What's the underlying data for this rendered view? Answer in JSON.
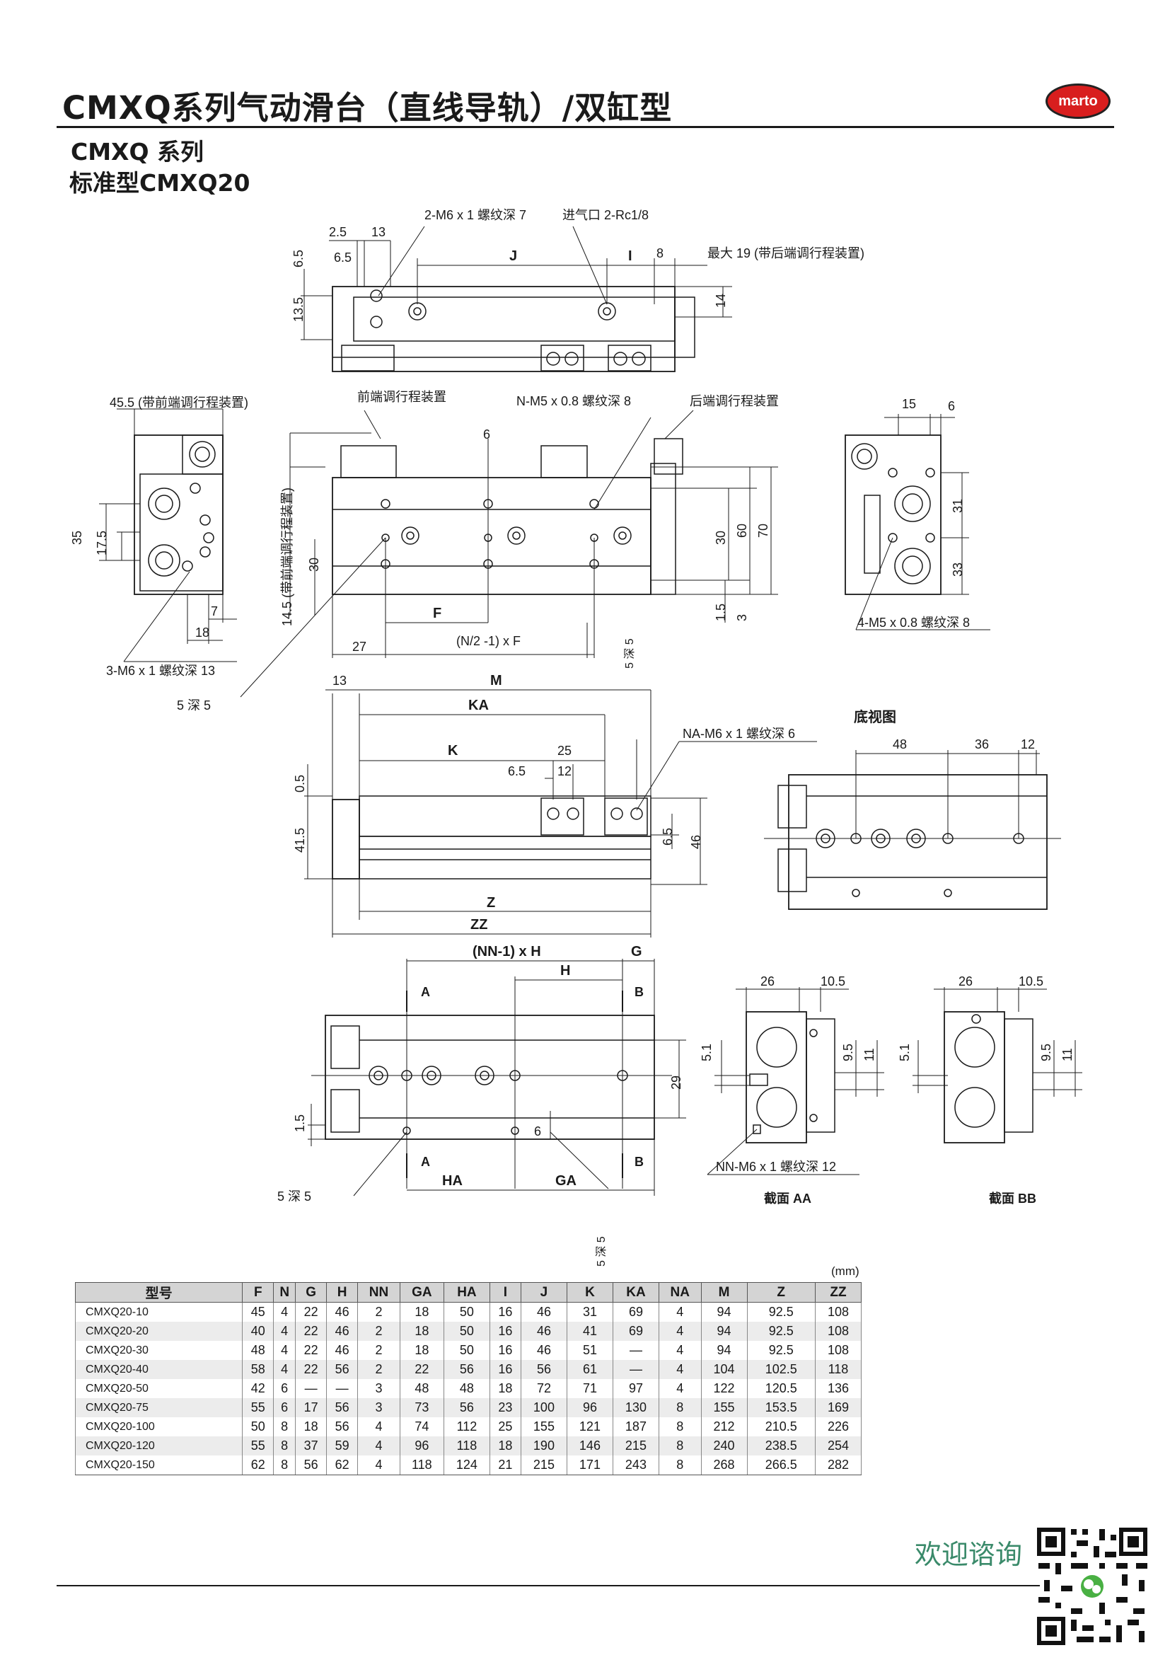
{
  "header": {
    "title": "CMXQ系列气动滑台（直线导轨）/双缸型",
    "logo": "marto"
  },
  "series_title": "CMXQ 系列",
  "model_title": "标准型CMXQ20",
  "top_view": {
    "labels": {
      "d25": "2.5",
      "d13": "13",
      "d65a": "6.5",
      "d65b": "6.5",
      "d135": "13.5",
      "J": "J",
      "I": "I",
      "d8": "8",
      "d14": "14",
      "m6_note": "2-M6 x 1 螺纹深 7",
      "port_note": "进气口 2-Rc1/8",
      "max_note": "最大 19 (带后端调行程装置)"
    }
  },
  "side_view": {
    "labels": {
      "front_note": "45.5 (带前端调行程装置)",
      "d35": "35",
      "d175": "17.5",
      "d7": "7",
      "d18": "18",
      "m6_3_note": "3-M6 x 1 螺纹深 13",
      "pin_note": "5 深 5"
    }
  },
  "main_view": {
    "labels": {
      "front_adj": "前端调行程装置",
      "rear_adj": "后端调行程装置",
      "n_m5_note": "N-M5 x 0.8 螺纹深  8",
      "d6": "6",
      "d30a": "30",
      "d60": "60",
      "d70": "70",
      "d30b": "30",
      "d145": "14.5 (带前端调行程装置)",
      "d15": "1.5",
      "d3": "3",
      "F": "F",
      "d27": "27",
      "NF": "(N/2 -1) x F",
      "pin_deep": "5 深 5"
    }
  },
  "end_view": {
    "labels": {
      "d15": "15",
      "d6": "6",
      "d31": "31",
      "d33": "33",
      "m5_4_note": "4-M5 x 0.8 螺纹深  8"
    }
  },
  "front_view": {
    "labels": {
      "d13": "13",
      "M": "M",
      "KA": "KA",
      "K": "K",
      "d25": "25",
      "d65": "6.5",
      "d12": "12",
      "d05": "0.5",
      "d415": "41.5",
      "d65b": "6.5",
      "d46": "46",
      "Z": "Z",
      "ZZ": "ZZ",
      "na_note": "NA-M6 x 1 螺纹深  6"
    }
  },
  "bottom_view": {
    "title": "底视图",
    "labels": {
      "d48": "48",
      "d36": "36",
      "d12": "12"
    }
  },
  "lower_view": {
    "labels": {
      "NNH": "(NN-1) x H",
      "G": "G",
      "H": "H",
      "A": "A",
      "B": "B",
      "d15": "1.5",
      "d29": "29",
      "d6": "6",
      "HA": "HA",
      "GA": "GA",
      "pin_note": "5 深 5",
      "pin_deep": "5 深 5"
    }
  },
  "section_aa": {
    "title": "截面  AA",
    "labels": {
      "d26": "26",
      "d105": "10.5",
      "d51": "5.1",
      "d95": "9.5",
      "d11": "11",
      "nn_note": "NN-M6 x 1 螺纹深 12"
    }
  },
  "section_bb": {
    "title": "截面  BB",
    "labels": {
      "d26": "26",
      "d105": "10.5",
      "d51": "5.1",
      "d95": "9.5",
      "d11": "11"
    }
  },
  "table": {
    "unit": "(mm)",
    "headers": [
      "型号",
      "F",
      "N",
      "G",
      "H",
      "NN",
      "GA",
      "HA",
      "I",
      "J",
      "K",
      "KA",
      "NA",
      "M",
      "Z",
      "ZZ"
    ],
    "rows": [
      [
        "CMXQ20-10",
        "45",
        "4",
        "22",
        "46",
        "2",
        "18",
        "50",
        "16",
        "46",
        "31",
        "69",
        "4",
        "94",
        "92.5",
        "108"
      ],
      [
        "CMXQ20-20",
        "40",
        "4",
        "22",
        "46",
        "2",
        "18",
        "50",
        "16",
        "46",
        "41",
        "69",
        "4",
        "94",
        "92.5",
        "108"
      ],
      [
        "CMXQ20-30",
        "48",
        "4",
        "22",
        "46",
        "2",
        "18",
        "50",
        "16",
        "46",
        "51",
        "—",
        "4",
        "94",
        "92.5",
        "108"
      ],
      [
        "CMXQ20-40",
        "58",
        "4",
        "22",
        "56",
        "2",
        "22",
        "56",
        "16",
        "56",
        "61",
        "—",
        "4",
        "104",
        "102.5",
        "118"
      ],
      [
        "CMXQ20-50",
        "42",
        "6",
        "—",
        "—",
        "3",
        "48",
        "48",
        "18",
        "72",
        "71",
        "97",
        "4",
        "122",
        "120.5",
        "136"
      ],
      [
        "CMXQ20-75",
        "55",
        "6",
        "17",
        "56",
        "3",
        "73",
        "56",
        "23",
        "100",
        "96",
        "130",
        "8",
        "155",
        "153.5",
        "169"
      ],
      [
        "CMXQ20-100",
        "50",
        "8",
        "18",
        "56",
        "4",
        "74",
        "112",
        "25",
        "155",
        "121",
        "187",
        "8",
        "212",
        "210.5",
        "226"
      ],
      [
        "CMXQ20-120",
        "55",
        "8",
        "37",
        "59",
        "4",
        "96",
        "118",
        "18",
        "190",
        "146",
        "215",
        "8",
        "240",
        "238.5",
        "254"
      ],
      [
        "CMXQ20-150",
        "62",
        "8",
        "56",
        "62",
        "4",
        "118",
        "124",
        "21",
        "215",
        "171",
        "243",
        "8",
        "268",
        "266.5",
        "282"
      ]
    ]
  },
  "footer": {
    "welcome": "欢迎谘询"
  }
}
